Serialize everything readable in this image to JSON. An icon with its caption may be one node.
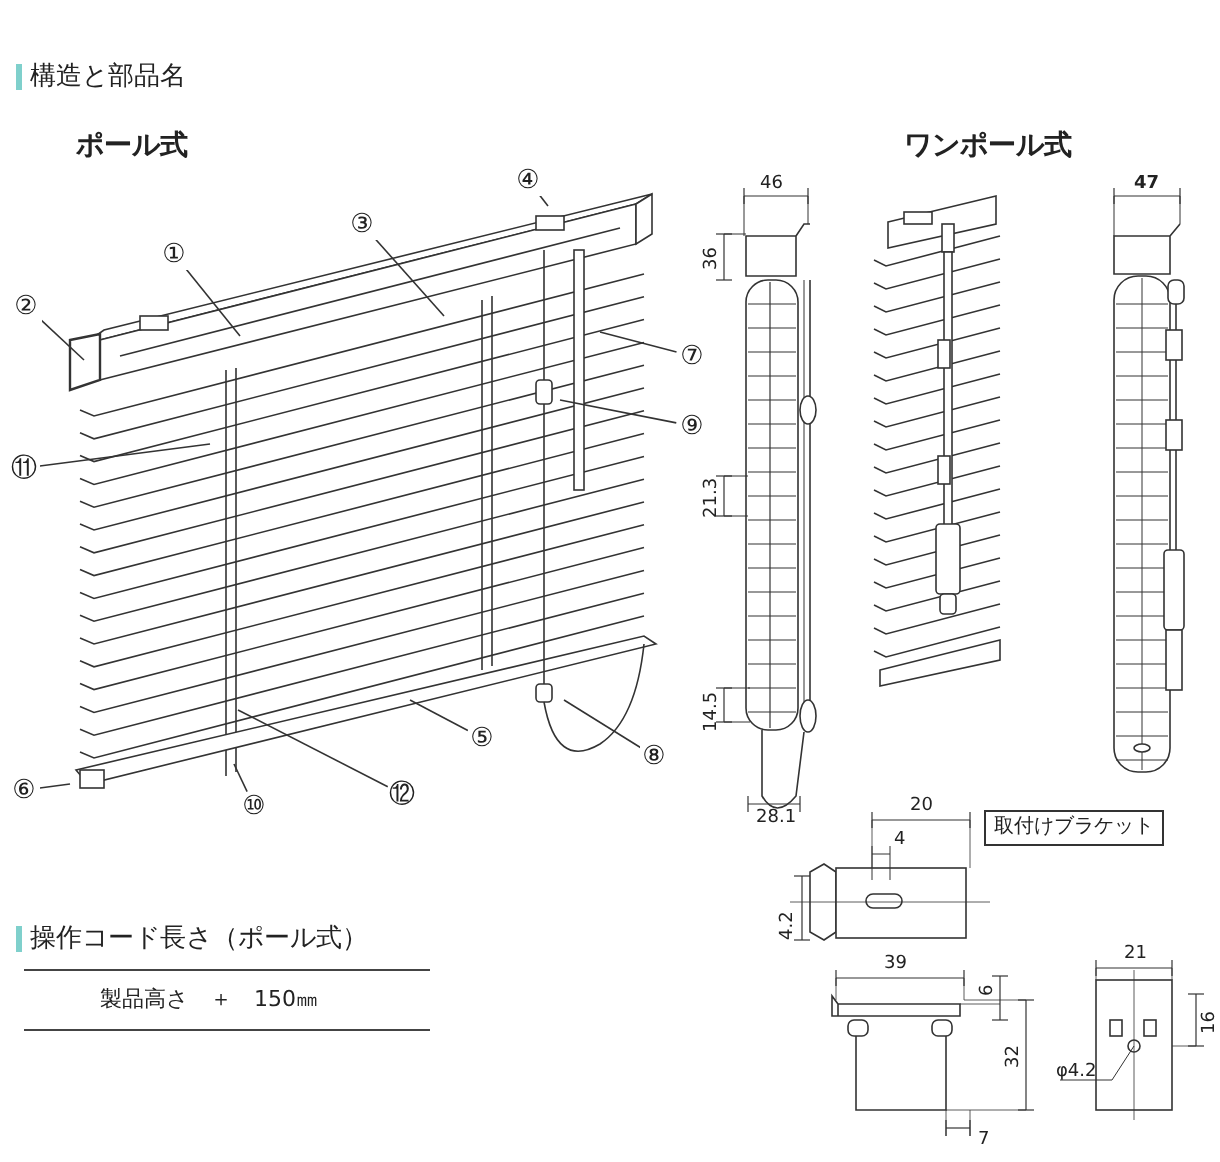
{
  "diagram": {
    "title": "構造と部品名",
    "nodes": [
      {
        "text": [
          "①"
        ]
      },
      {
        "text": [
          "②"
        ]
      },
      {
        "text": [
          "③"
        ]
      },
      {
        "text": [
          "④"
        ]
      },
      {
        "text": [
          "⑤"
        ]
      },
      {
        "text": [
          "⑥"
        ]
      },
      {
        "text": [
          "⑦"
        ]
      },
      {
        "text": [
          "⑧"
        ]
      },
      {
        "text": [
          "⑨"
        ]
      },
      {
        "text": [
          "⑩"
        ]
      },
      {
        "text": [
          "⑪"
        ]
      },
      {
        "text": [
          "⑫"
        ]
      },
      {
        "text": [
          "取付けブラケット"
        ]
      }
    ],
    "edges": [
      {
        "from": 0,
        "to": null,
        "arrow": "none"
      },
      {
        "from": 1,
        "to": null,
        "arrow": "none"
      },
      {
        "from": 2,
        "to": null,
        "arrow": "none"
      },
      {
        "from": 3,
        "to": null,
        "arrow": "none"
      },
      {
        "from": 4,
        "to": null,
        "arrow": "none"
      },
      {
        "from": 5,
        "to": null,
        "arrow": "none"
      },
      {
        "from": 6,
        "to": null,
        "arrow": "none"
      },
      {
        "from": 7,
        "to": null,
        "arrow": "none"
      },
      {
        "from": 8,
        "to": null,
        "arrow": "none"
      },
      {
        "from": 9,
        "to": null,
        "arrow": "none"
      },
      {
        "from": 10,
        "to": null,
        "arrow": "none"
      },
      {
        "from": 11,
        "to": null,
        "arrow": "none"
      }
    ],
    "labels": [
      "ポール式",
      "ワンポール式",
      "46",
      "36",
      "21.3",
      "14.5",
      "28.1",
      "47",
      "20",
      "4",
      "4.2",
      "39",
      "6",
      "32",
      "7",
      "21",
      "16",
      "φ4.2",
      "操作コード長さ（ポール式）",
      "製品高さ　＋　150㎜"
    ]
  }
}
